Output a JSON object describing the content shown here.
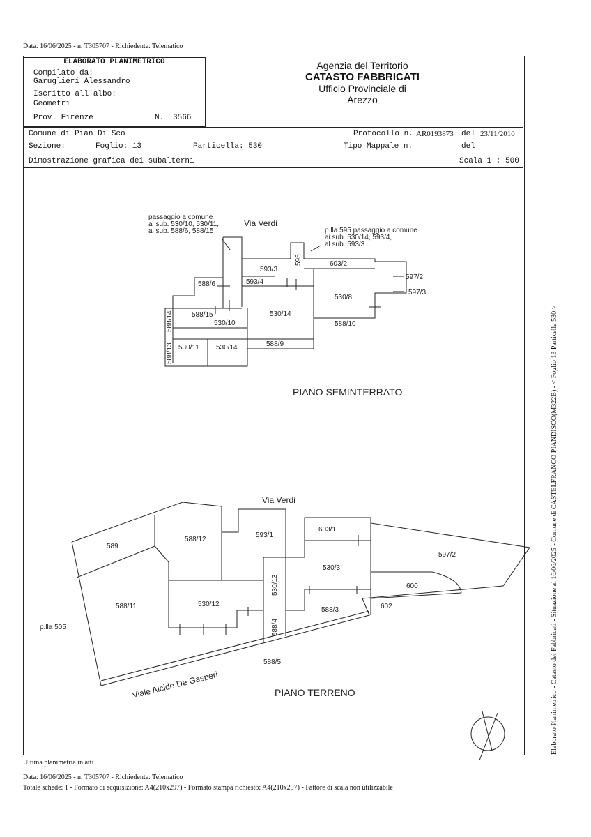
{
  "top_line": "Data: 16/06/2025 - n. T305707 - Richiedente: Telematico",
  "elaborato": {
    "title": "ELABORATO PLANIMETRICO",
    "compilato_label": "Compilato da:",
    "compilato_name": "Garuglieri Alessandro",
    "iscritto_label": "Iscritto all'albo:",
    "iscritto_value": "Geometri",
    "prov": "Prov. Firenze",
    "n_label": "N.",
    "n_value": "3566"
  },
  "agency": {
    "line1": "Agenzia del Territorio",
    "line2": "CATASTO FABBRICATI",
    "line3": "Ufficio Provinciale di",
    "line4": "Arezzo"
  },
  "info": {
    "comune": "Comune di Pian Di Sco",
    "sezione_label": "Sezione:",
    "foglio": "Foglio: 13",
    "particella": "Particella: 530",
    "protocollo_label": "Protocollo n.",
    "protocollo_value": "AR0193873",
    "protocollo_del": "del",
    "protocollo_date": "23/11/2010",
    "tipo_label": "Tipo Mappale n.",
    "tipo_del": "del",
    "dimostrazione": "Dimostrazione grafica dei subalterni",
    "scala": "Scala 1 : 500"
  },
  "plan_upper": {
    "street": "Via Verdi",
    "note_left_1": "passaggio a comune",
    "note_left_2": "ai sub. 530/10, 530/11,",
    "note_left_3": "ai sub. 588/6, 588/15",
    "note_right_1": "p.lla 595 passaggio a comune",
    "note_right_2": "ai sub. 530/14, 593/4,",
    "note_right_3": "al sub. 593/3",
    "labels": [
      "595",
      "603/2",
      "593/3",
      "593/4",
      "588/6",
      "597/2",
      "597/3",
      "530/8",
      "588/15",
      "530/10",
      "530/14",
      "588/10",
      "588/14",
      "588/13",
      "530/11",
      "530/14",
      "588/9"
    ],
    "floor": "PIANO SEMINTERRATO"
  },
  "plan_lower": {
    "street": "Via Verdi",
    "labels": [
      "589",
      "588/12",
      "593/1",
      "603/1",
      "597/2",
      "530/3",
      "600",
      "588/11",
      "530/12",
      "530/13",
      "588/3",
      "602",
      "p.lla 505",
      "588/4",
      "588/5"
    ],
    "road": "Viale Alcide De Gasperi",
    "floor": "PIANO TERRENO"
  },
  "side_text": "Elaborato Planimetrico - Catasto dei Fabbricati - Situazione al 16/06/2025 - Comune di CASTELFRANCO PIANDISCO(M322B) - < Foglio 13 Particella 530 >",
  "footer": {
    "line1": "Ultima planimetria in atti",
    "line2": "Data: 16/06/2025 - n. T305707 - Richiedente: Telematico",
    "line3": "Totale schede: 1 - Formato di acquisizione: A4(210x297) - Formato stampa richiesto: A4(210x297) - Fattore di scala non utilizzabile"
  }
}
